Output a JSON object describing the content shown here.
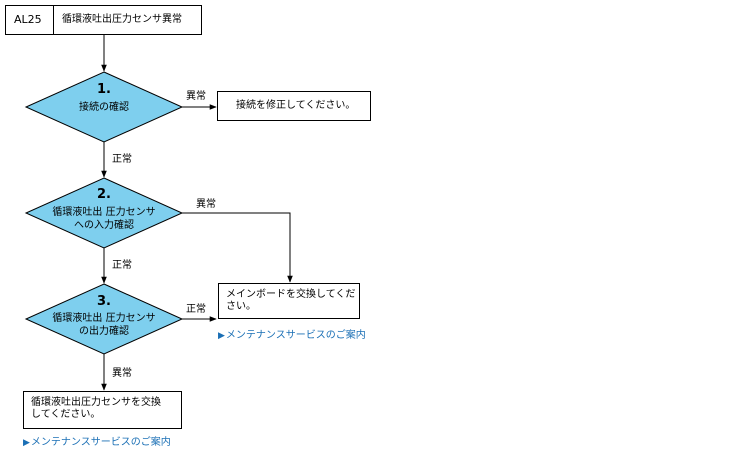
{
  "header": {
    "code": "AL25",
    "title": "循環液吐出圧力センサ異常"
  },
  "steps": [
    {
      "number": "1.",
      "text": [
        "接続の確認"
      ]
    },
    {
      "number": "2.",
      "text": [
        "循環液吐出 圧力センサ",
        "への入力確認"
      ]
    },
    {
      "number": "3.",
      "text": [
        "循環液吐出 圧力センサ",
        "の出力確認"
      ]
    }
  ],
  "labels": {
    "ijo": "異常",
    "seijo": "正常"
  },
  "boxes": {
    "fix_connection": "接続を修正してください。",
    "replace_main_board": [
      "メインボードを交換してくだ",
      "さい。"
    ],
    "replace_sensor": [
      "循環液吐出圧力センサを交換",
      "してください。"
    ]
  },
  "links": {
    "maintenance_service": "メンテナンスサービスのご案内"
  },
  "colors": {
    "diamond_fill": "#7ecfee",
    "link": "#1a6fb5"
  }
}
